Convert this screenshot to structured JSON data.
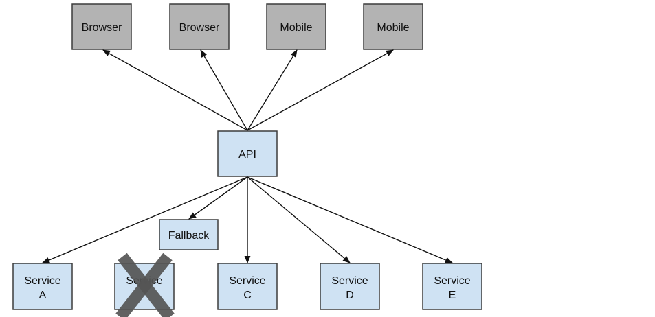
{
  "diagram": {
    "clients": [
      {
        "id": "browser-1",
        "label": "Browser"
      },
      {
        "id": "browser-2",
        "label": "Browser"
      },
      {
        "id": "mobile-1",
        "label": "Mobile"
      },
      {
        "id": "mobile-2",
        "label": "Mobile"
      }
    ],
    "gateway": {
      "id": "api",
      "label": "API"
    },
    "fallback": {
      "id": "fallback",
      "label": "Fallback"
    },
    "services": [
      {
        "id": "service-a",
        "line1": "Service",
        "line2": "A",
        "failed": false
      },
      {
        "id": "service-b",
        "line1": "Service",
        "line2": "",
        "failed": true
      },
      {
        "id": "service-c",
        "line1": "Service",
        "line2": "C",
        "failed": false
      },
      {
        "id": "service-d",
        "line1": "Service",
        "line2": "D",
        "failed": false
      },
      {
        "id": "service-e",
        "line1": "Service",
        "line2": "E",
        "failed": false
      }
    ],
    "edges": [
      {
        "from": "api",
        "to": "browser-1"
      },
      {
        "from": "api",
        "to": "browser-2"
      },
      {
        "from": "api",
        "to": "mobile-1"
      },
      {
        "from": "api",
        "to": "mobile-2"
      },
      {
        "from": "api",
        "to": "service-a"
      },
      {
        "from": "api",
        "to": "fallback"
      },
      {
        "from": "api",
        "to": "service-c"
      },
      {
        "from": "api",
        "to": "service-d"
      },
      {
        "from": "api",
        "to": "service-e"
      }
    ],
    "colors": {
      "client_fill": "#b3b3b3",
      "service_fill": "#cfe2f3",
      "border": "#3c3c3c",
      "failure_mark": "#555555"
    }
  }
}
